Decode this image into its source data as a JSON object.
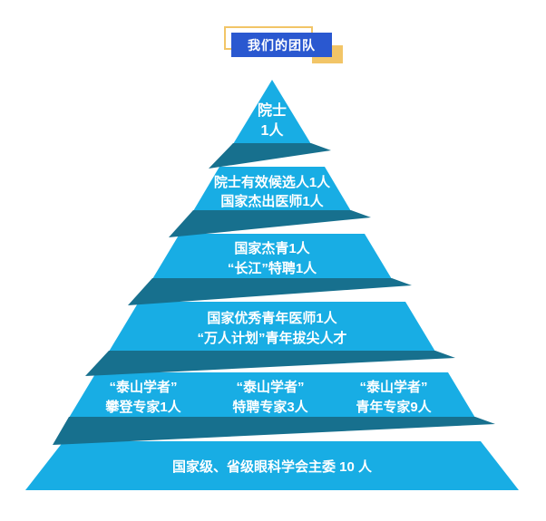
{
  "colors": {
    "cyan": "#18ade4",
    "dark_teal": "#17708e",
    "badge_blue": "#2a58d0",
    "accent_yellow": "#f2c567",
    "text_white": "#ffffff"
  },
  "title_badge": {
    "label": "我们的团队"
  },
  "pyramid": {
    "levels": [
      {
        "name": "level-1",
        "lines": [
          "院士",
          "1人"
        ]
      },
      {
        "name": "level-2",
        "lines": [
          "院士有效候选人1人",
          "国家杰出医师1人"
        ]
      },
      {
        "name": "level-3",
        "lines": [
          "国家杰青1人",
          "“长江”特聘1人"
        ]
      },
      {
        "name": "level-4",
        "lines": [
          "国家优秀青年医师1人",
          "“万人计划”青年拔尖人才"
        ]
      },
      {
        "name": "level-5",
        "columns": [
          {
            "lines": [
              "“泰山学者”",
              "攀登专家1人"
            ]
          },
          {
            "lines": [
              "“泰山学者”",
              "特聘专家3人"
            ]
          },
          {
            "lines": [
              "“泰山学者”",
              "青年专家9人"
            ]
          }
        ]
      },
      {
        "name": "level-6",
        "lines": [
          "国家级、省级眼科学会主委 10 人"
        ]
      }
    ]
  }
}
